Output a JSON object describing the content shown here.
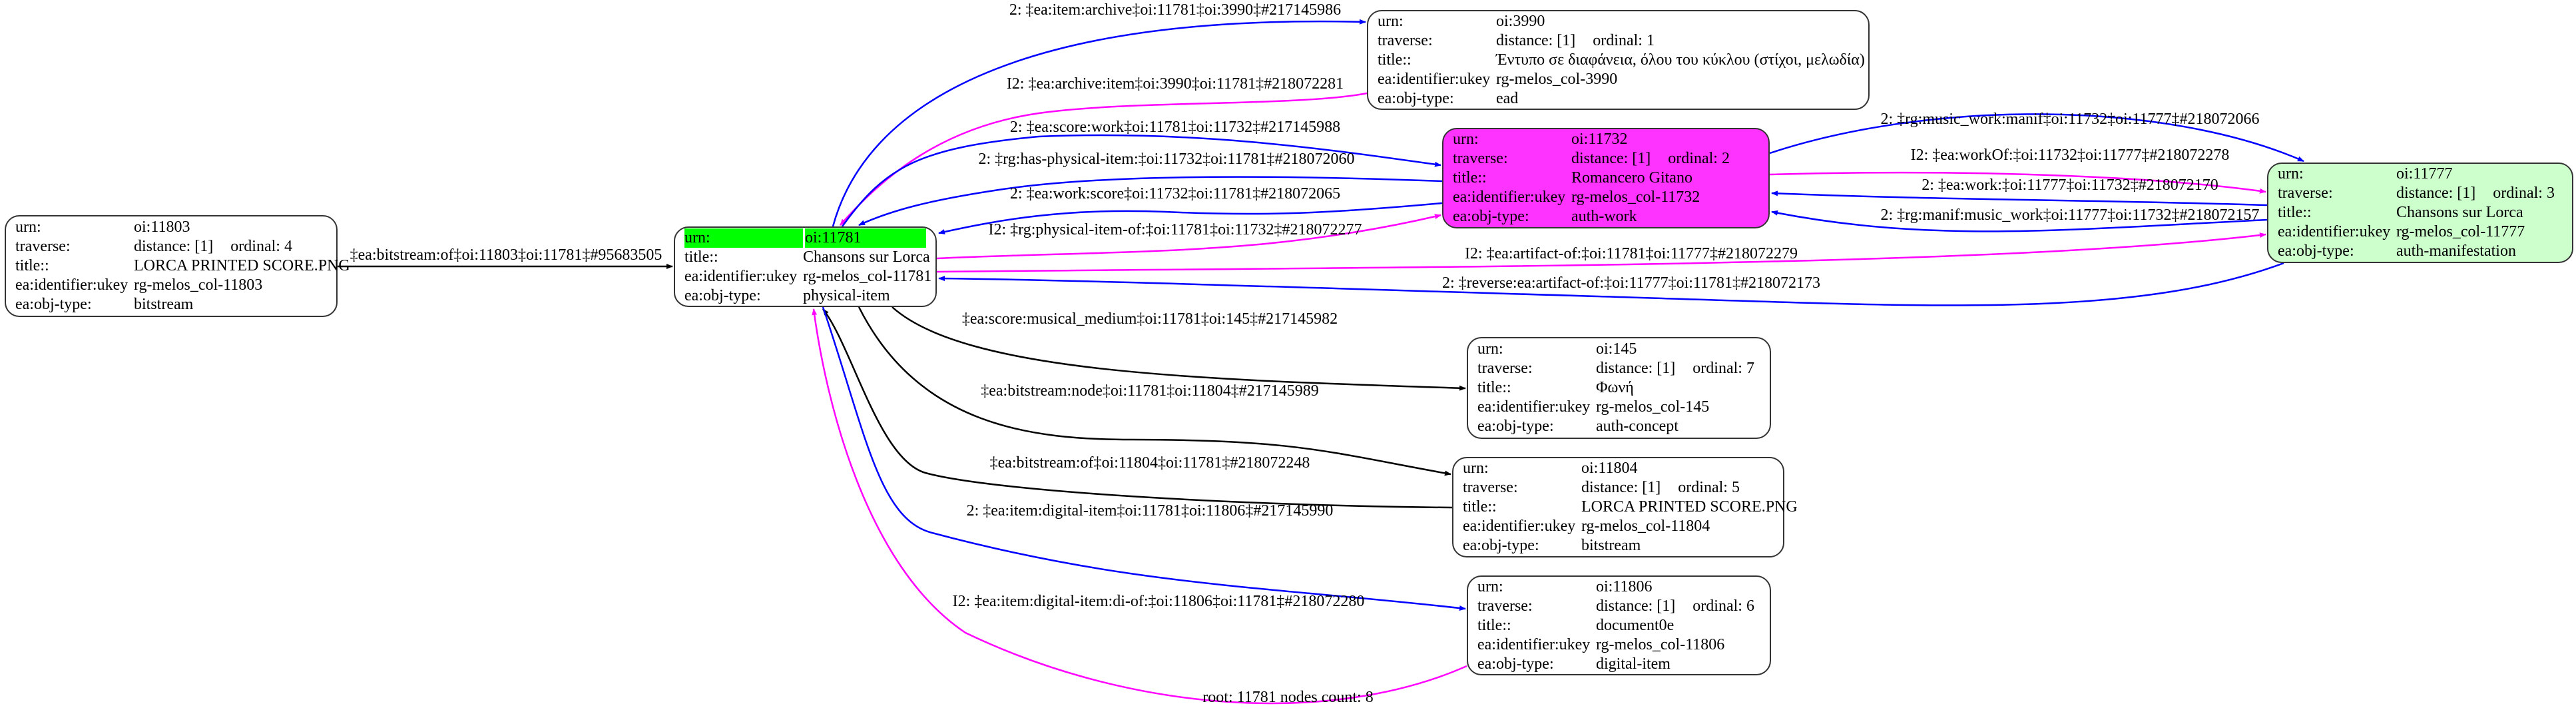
{
  "keys": {
    "urn": "urn:",
    "traverse": "traverse:",
    "title": "title::",
    "ukey": "ea:identifier:ukey",
    "type": "ea:obj-type:"
  },
  "colors": {
    "root_highlight": "#00ff00",
    "work_node": "#ff33ff",
    "manifestation_node": "#ccffcc",
    "edge_blue": "#0000ff",
    "edge_magenta": "#ff00ff",
    "edge_black": "#000000"
  },
  "nodes": [
    {
      "urn": "oi:11803",
      "distance": "distance: [1]",
      "ordinal": "ordinal: 4",
      "title": "LORCA PRINTED SCORE.PNG",
      "ukey": "rg-melos_col-11803",
      "type": "bitstream"
    },
    {
      "urn": "oi:11781",
      "title": "Chansons sur Lorca",
      "ukey": "rg-melos_col-11781",
      "type": "physical-item"
    },
    {
      "urn": "oi:3990",
      "distance": "distance: [1]",
      "ordinal": "ordinal: 1",
      "title": "Έντυπο σε διαφάνεια, όλου του κύκλου (στίχοι, μελωδία)",
      "ukey": "rg-melos_col-3990",
      "type": "ead"
    },
    {
      "urn": "oi:11732",
      "distance": "distance: [1]",
      "ordinal": "ordinal: 2",
      "title": "Romancero Gitano",
      "ukey": "rg-melos_col-11732",
      "type": "auth-work"
    },
    {
      "urn": "oi:11777",
      "distance": "distance: [1]",
      "ordinal": "ordinal: 3",
      "title": "Chansons sur Lorca",
      "ukey": "rg-melos_col-11777",
      "type": "auth-manifestation"
    },
    {
      "urn": "oi:145",
      "distance": "distance: [1]",
      "ordinal": "ordinal: 7",
      "title": "Φωνή",
      "ukey": "rg-melos_col-145",
      "type": "auth-concept"
    },
    {
      "urn": "oi:11804",
      "distance": "distance: [1]",
      "ordinal": "ordinal: 5",
      "title": "LORCA PRINTED SCORE.PNG",
      "ukey": "rg-melos_col-11804",
      "type": "bitstream"
    },
    {
      "urn": "oi:11806",
      "distance": "distance: [1]",
      "ordinal": "ordinal: 6",
      "title": "document0e",
      "ukey": "rg-melos_col-11806",
      "type": "digital-item"
    }
  ],
  "edges": [
    {
      "label": "‡ea:bitstream:of‡oi:11803‡oi:11781‡#95683505",
      "color": "#000000"
    },
    {
      "label": "2: ‡ea:item:archive‡oi:11781‡oi:3990‡#217145986",
      "color": "#0000ff"
    },
    {
      "label": "I2: ‡ea:archive:item‡oi:3990‡oi:11781‡#218072281",
      "color": "#ff00ff"
    },
    {
      "label": "2: ‡ea:score:work‡oi:11781‡oi:11732‡#217145988",
      "color": "#0000ff"
    },
    {
      "label": "2: ‡rg:has-physical-item:‡oi:11732‡oi:11781‡#218072060",
      "color": "#0000ff"
    },
    {
      "label": "2: ‡ea:work:score‡oi:11732‡oi:11781‡#218072065",
      "color": "#0000ff"
    },
    {
      "label": "I2: ‡rg:physical-item-of:‡oi:11781‡oi:11732‡#218072277",
      "color": "#ff00ff"
    },
    {
      "label": "2: ‡rg:music_work:manif‡oi:11732‡oi:11777‡#218072066",
      "color": "#0000ff"
    },
    {
      "label": "I2: ‡ea:workOf:‡oi:11732‡oi:11777‡#218072278",
      "color": "#ff00ff"
    },
    {
      "label": "2: ‡ea:work:‡oi:11777‡oi:11732‡#218072170",
      "color": "#0000ff"
    },
    {
      "label": "2: ‡rg:manif:music_work‡oi:11777‡oi:11732‡#218072157",
      "color": "#0000ff"
    },
    {
      "label": "I2: ‡ea:artifact-of:‡oi:11781‡oi:11777‡#218072279",
      "color": "#ff00ff"
    },
    {
      "label": "2: ‡reverse:ea:artifact-of:‡oi:11777‡oi:11781‡#218072173",
      "color": "#0000ff"
    },
    {
      "label": "‡ea:score:musical_medium‡oi:11781‡oi:145‡#217145982",
      "color": "#000000"
    },
    {
      "label": "‡ea:bitstream:node‡oi:11781‡oi:11804‡#217145989",
      "color": "#000000"
    },
    {
      "label": "‡ea:bitstream:of‡oi:11804‡oi:11781‡#218072248",
      "color": "#000000"
    },
    {
      "label": "2: ‡ea:item:digital-item‡oi:11781‡oi:11806‡#217145990",
      "color": "#0000ff"
    },
    {
      "label": "I2: ‡ea:item:digital-item:di-of:‡oi:11806‡oi:11781‡#218072280",
      "color": "#ff00ff"
    }
  ],
  "footer": "root: 11781 nodes count: 8"
}
